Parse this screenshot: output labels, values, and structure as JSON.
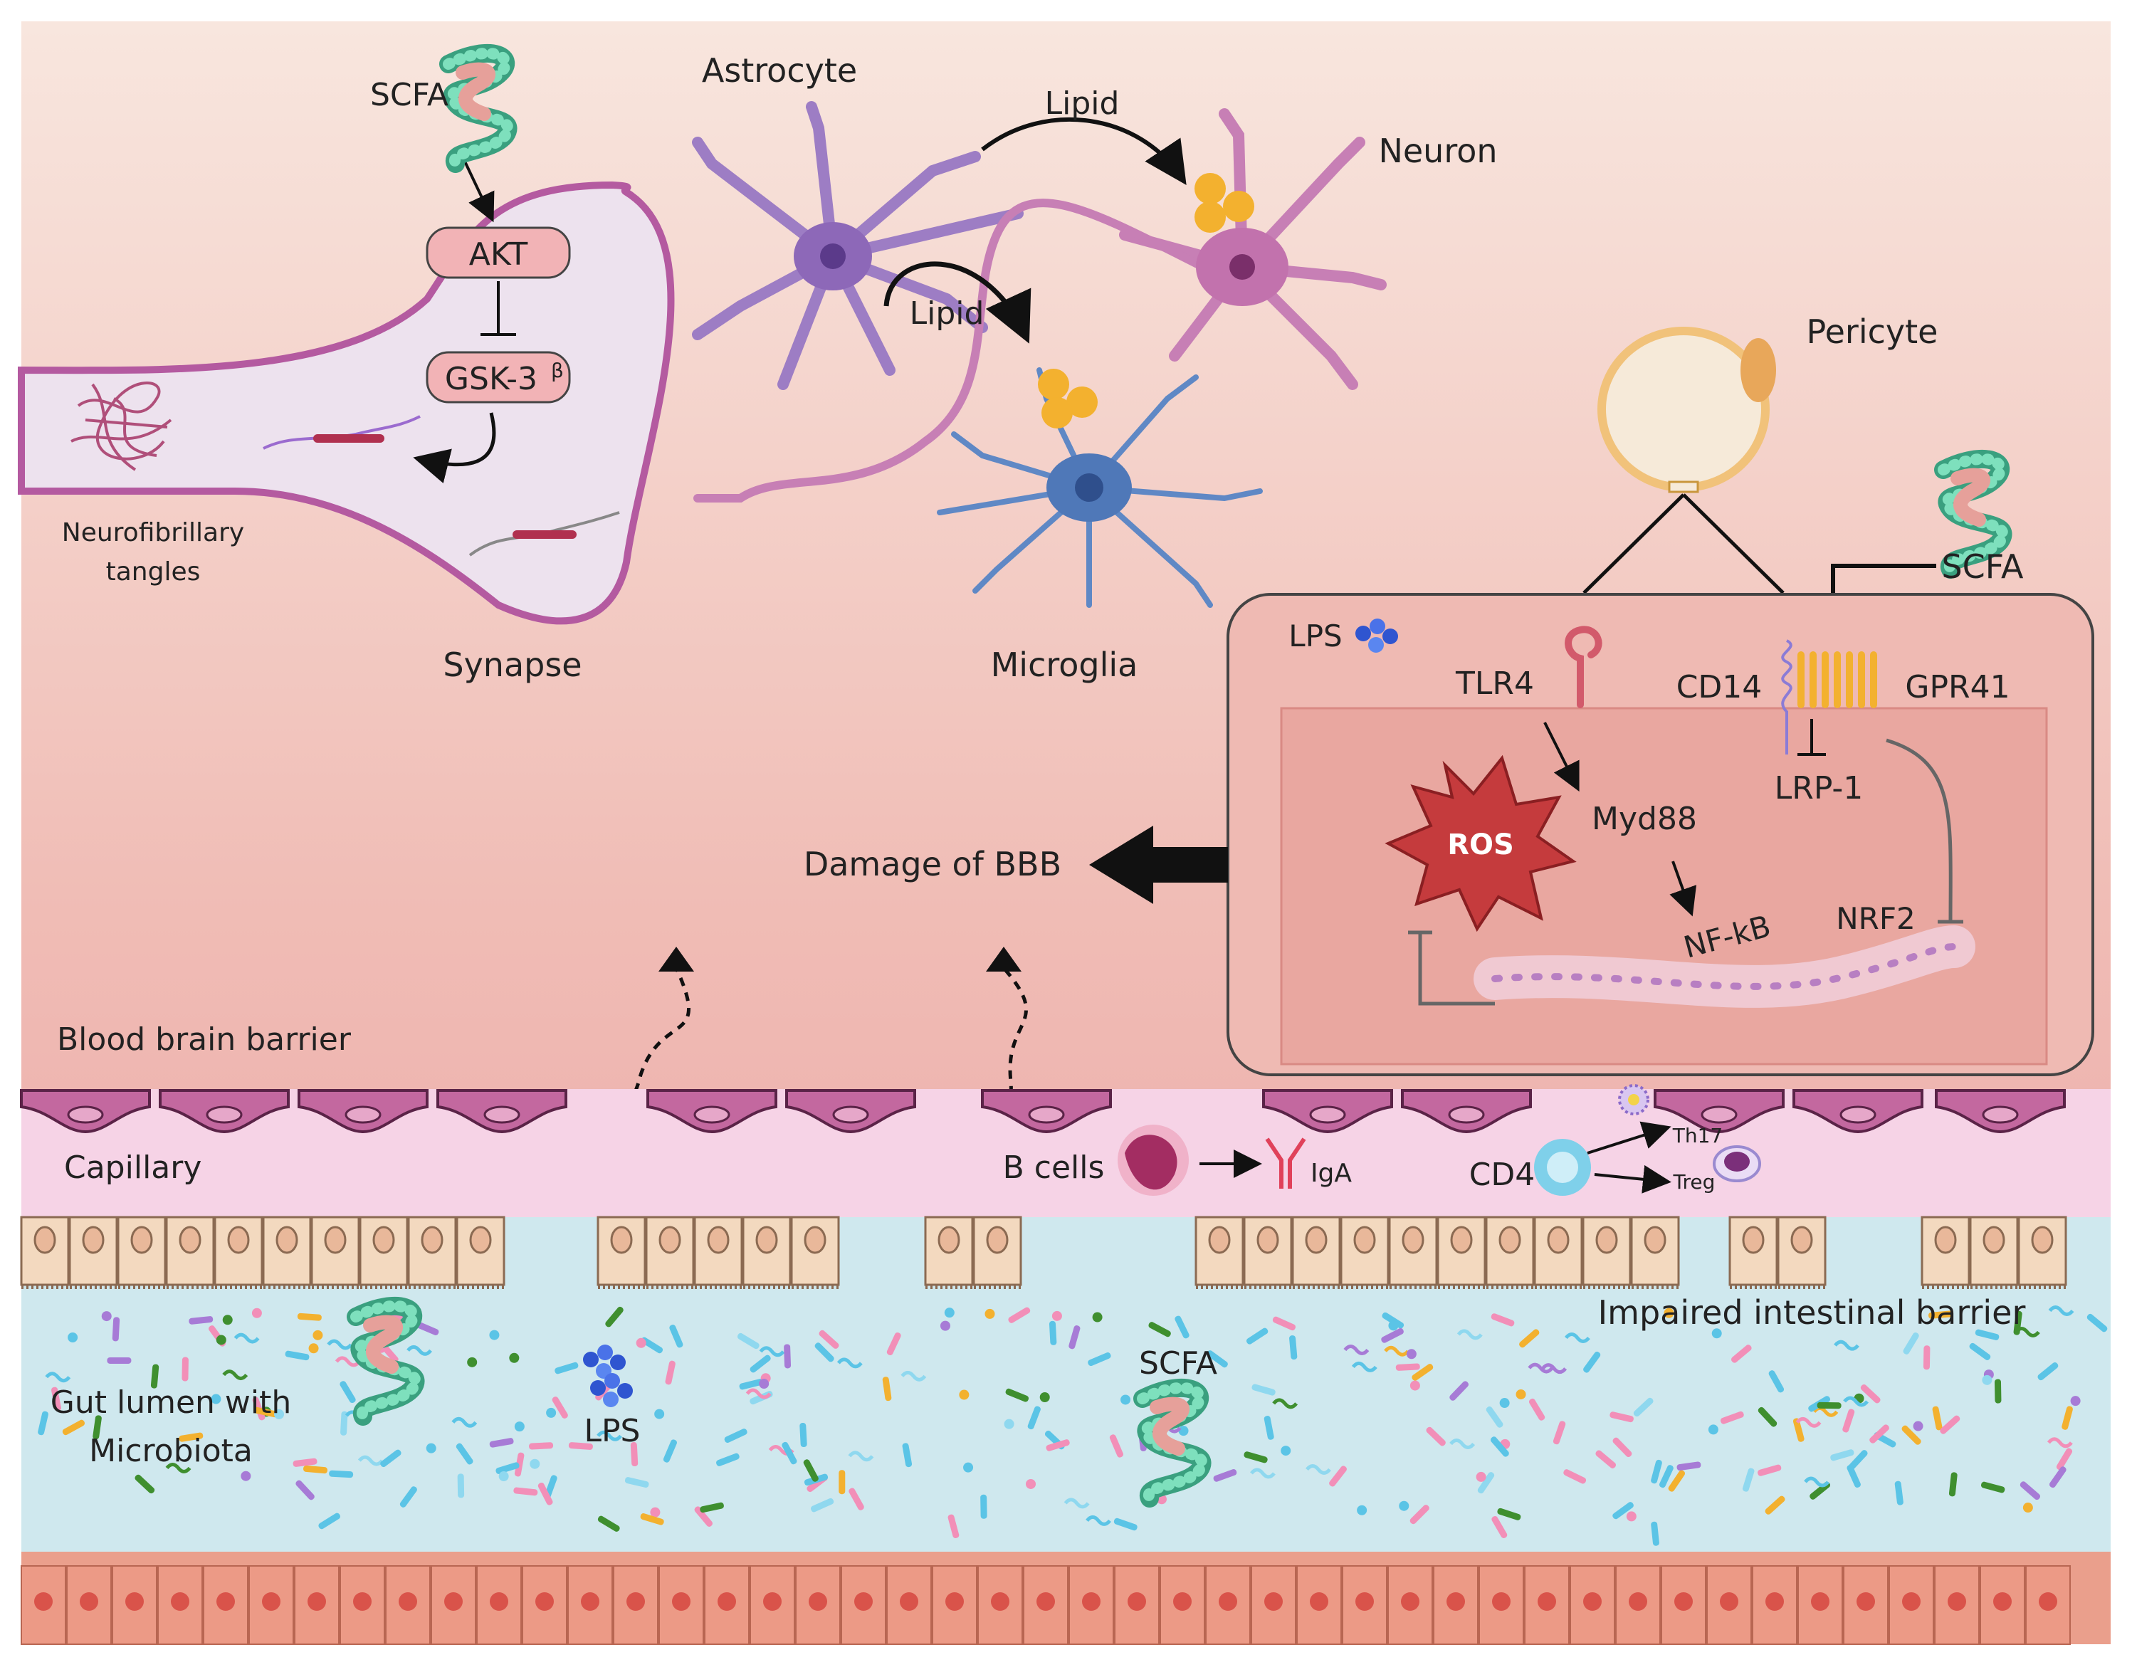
{
  "labels": {
    "scfa_top": "SCFA",
    "akt": "AKT",
    "gsk_main": "GSK-3",
    "gsk_sup": "β",
    "neurofibrillary_1": "Neurofibrillary",
    "neurofibrillary_2": "tangles",
    "synapse": "Synapse",
    "astrocyte": "Astrocyte",
    "lipid_top": "Lipid",
    "lipid_mid": "Lipid",
    "neuron": "Neuron",
    "microglia": "Microglia",
    "pericyte": "Pericyte",
    "scfa_right": "SCFA",
    "lps_box": "LPS",
    "tlr4": "TLR4",
    "cd14": "CD14",
    "gpr41": "GPR41",
    "lrp1": "LRP-1",
    "ros": "ROS",
    "myd88": "Myd88",
    "nfkb": "NF-kB",
    "nrf2": "NRF2",
    "damage_bbb": "Damage of BBB",
    "bbb": "Blood brain barrier",
    "capillary": "Capillary",
    "b_cells": "B cells",
    "iga": "IgA",
    "cd4": "CD4",
    "th17": "Th17",
    "treg": "Treg",
    "impaired": "Impaired intestinal barrier",
    "gut_1": "Gut lumen with",
    "gut_2": "Microbiota",
    "lps_gut": "LPS",
    "scfa_gut": "SCFA"
  },
  "colors": {
    "bg_top": "#f8e4dc",
    "bg_bottom": "#eba9a8",
    "membrane": "#b45aa0",
    "capillary": "#f6d3e6",
    "lumen": "#cfe8ee",
    "enterocyte": "#f3d9bf",
    "bottom_cells": "#ea9f8c",
    "scfa_green": "#5ec7a3",
    "lps_blue": "#3f63d6",
    "ros_red": "#c53b3d",
    "gpr41_orange": "#f3b12f",
    "microglia_blue": "#5f88c5",
    "astrocyte_purple": "#9d7dc4",
    "neuron_pink": "#c77fb5",
    "pericyte_tan": "#f1c27a"
  }
}
